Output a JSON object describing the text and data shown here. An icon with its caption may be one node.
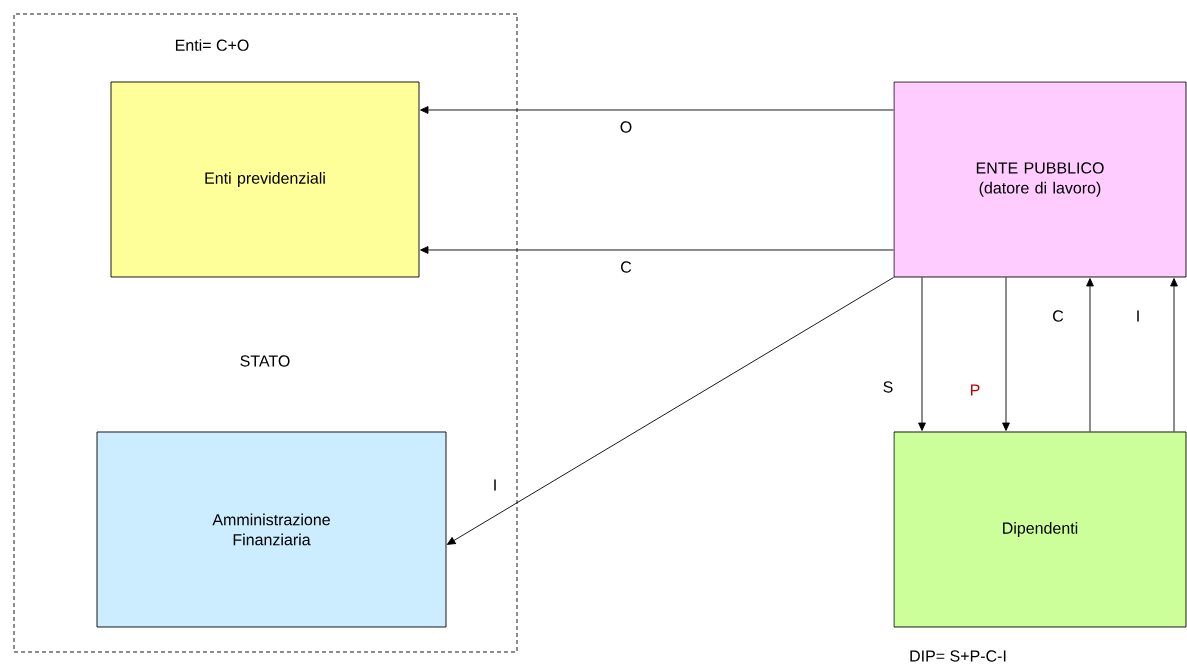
{
  "diagram": {
    "nodes": [
      {
        "text": [
          "Enti= C+O",
          "STATO"
        ]
      },
      {
        "text": [
          "Enti previdenziali"
        ],
        "in": 0
      },
      {
        "text": [
          "Amministrazione Finanziaria"
        ],
        "in": 0
      },
      {
        "text": [
          "ENTE PUBBLICO (datore di lavoro)"
        ]
      },
      {
        "text": [
          "Dipendenti"
        ],
        "beside": [
          "DIP= S+P-C-I"
        ]
      }
    ],
    "edges": [
      {
        "from": 3,
        "to": 1,
        "arrow": "to",
        "label": "O"
      },
      {
        "from": 3,
        "to": 1,
        "arrow": "to",
        "label": "C"
      },
      {
        "from": 3,
        "to": 2,
        "arrow": "to",
        "label": "I"
      },
      {
        "from": 3,
        "to": 4,
        "arrow": "to",
        "label": "S"
      },
      {
        "from": 3,
        "to": 4,
        "arrow": "to",
        "label": "P"
      },
      {
        "from": 4,
        "to": 3,
        "arrow": "to",
        "label": "C"
      },
      {
        "from": 4,
        "to": 3,
        "arrow": "to",
        "label": "I"
      }
    ]
  }
}
